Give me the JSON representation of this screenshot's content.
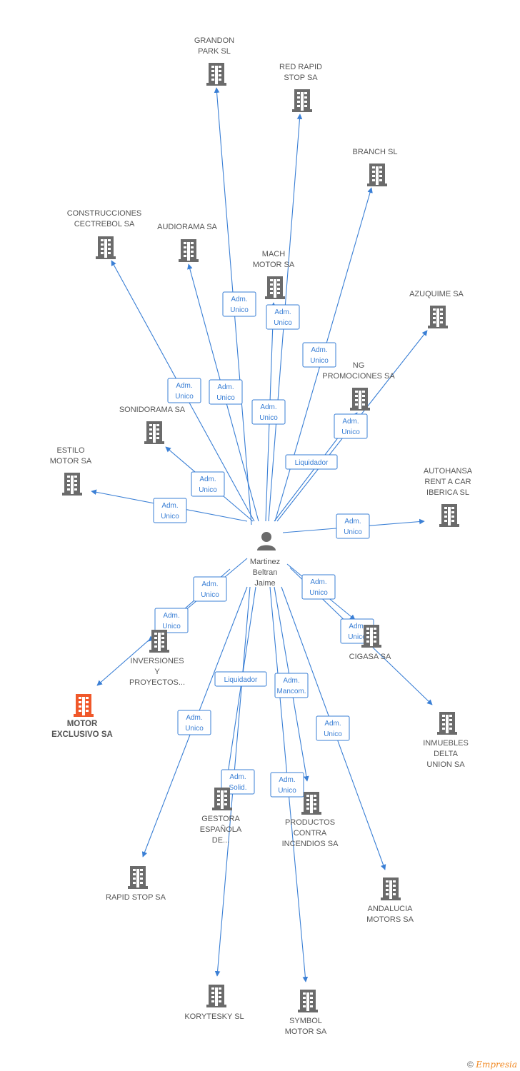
{
  "colors": {
    "edge": "#3a7fd5",
    "building": "#6b6b6b",
    "highlight": "#f0582a",
    "person": "#6b6b6b"
  },
  "center": {
    "name_lines": [
      "Martinez",
      "Beltran",
      "Jaime"
    ],
    "icon": "person-icon"
  },
  "companies": [
    {
      "id": "grandon",
      "lines": [
        "GRANDON",
        "PARK SL"
      ],
      "role": [
        "Adm.",
        "Unico"
      ]
    },
    {
      "id": "redrapid",
      "lines": [
        "RED RAPID",
        "STOP SA"
      ],
      "role": [
        "Adm.",
        "Unico"
      ]
    },
    {
      "id": "branch",
      "lines": [
        "BRANCH SL"
      ],
      "role": [
        "Adm.",
        "Unico"
      ]
    },
    {
      "id": "construcciones",
      "lines": [
        "CONSTRUCCIONES",
        "CECTREBOL SA"
      ],
      "role": [
        "Adm.",
        "Unico"
      ]
    },
    {
      "id": "audiorama",
      "lines": [
        "AUDIORAMA SA"
      ],
      "role": [
        "Adm.",
        "Unico"
      ]
    },
    {
      "id": "mach",
      "lines": [
        "MACH",
        "MOTOR SA"
      ],
      "role": [
        "Adm.",
        "Unico"
      ]
    },
    {
      "id": "azuquime",
      "lines": [
        "AZUQUIME SA"
      ],
      "role": [
        "Adm.",
        "Unico"
      ]
    },
    {
      "id": "ng",
      "lines": [
        "NG",
        "PROMOCIONES SA"
      ],
      "role": [
        "Liquidador"
      ]
    },
    {
      "id": "sonidorama",
      "lines": [
        "SONIDORAMA SA"
      ],
      "role": [
        "Adm.",
        "Unico"
      ]
    },
    {
      "id": "estilo",
      "lines": [
        "ESTILO",
        "MOTOR SA"
      ],
      "role": [
        "Adm.",
        "Unico"
      ]
    },
    {
      "id": "autohansa",
      "lines": [
        "AUTOHANSA",
        "RENT A CAR",
        "IBERICA SL"
      ],
      "role": [
        "Adm.",
        "Unico"
      ]
    },
    {
      "id": "inversiones",
      "lines": [
        "INVERSIONES",
        "Y",
        "PROYECTOS..."
      ],
      "role": [
        "Adm.",
        "Unico"
      ]
    },
    {
      "id": "motor",
      "lines": [
        "MOTOR",
        "EXCLUSIVO SA"
      ],
      "role": [
        "Adm.",
        "Unico"
      ],
      "highlight": true
    },
    {
      "id": "cigasa",
      "lines": [
        "CIGASA SA"
      ],
      "role": [
        "Adm.",
        "Unico"
      ]
    },
    {
      "id": "inmuebles",
      "lines": [
        "INMUEBLES",
        "DELTA",
        "UNION SA"
      ],
      "role": [
        "Adm.",
        "Unico"
      ]
    },
    {
      "id": "gestora",
      "lines": [
        "GESTORA",
        "ESPAÑOLA",
        "DE..."
      ],
      "role": [
        "Liquidador"
      ]
    },
    {
      "id": "productos",
      "lines": [
        "PRODUCTOS",
        "CONTRA",
        "INCENDIOS SA"
      ],
      "role": [
        "Adm.",
        "Mancom."
      ]
    },
    {
      "id": "rapidstop",
      "lines": [
        "RAPID STOP SA"
      ],
      "role": [
        "Adm.",
        "Unico"
      ]
    },
    {
      "id": "andalucia",
      "lines": [
        "ANDALUCIA",
        "MOTORS SA"
      ],
      "role": [
        "Adm.",
        "Unico"
      ]
    },
    {
      "id": "korytesky",
      "lines": [
        "KORYTESKY SL"
      ],
      "role": [
        "Adm.",
        "Solid."
      ]
    },
    {
      "id": "symbol",
      "lines": [
        "SYMBOL",
        "MOTOR SA"
      ],
      "role": [
        "Adm.",
        "Unico"
      ]
    }
  ],
  "watermark": {
    "copyright": "©",
    "brand": "Empresia"
  }
}
